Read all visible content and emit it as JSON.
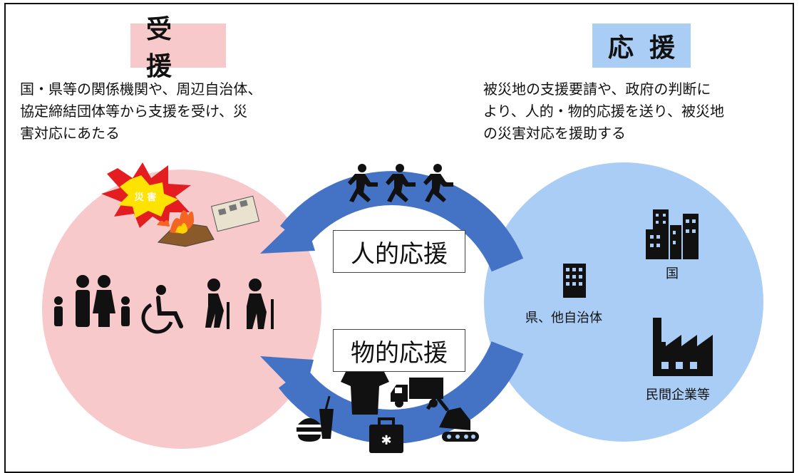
{
  "left": {
    "title": "受援",
    "description": "国・県等の関係機関や、周辺自治体、\n協定締結団体等から支援を受け、災\n害対応にあたる",
    "disaster_label": "災 害",
    "color": "#f7c9ca"
  },
  "right": {
    "title": "応援",
    "description": "被災地の支援要請や、政府の判断に\nより、人的・物的応援を送り、被災地\nの災害対応を援助する",
    "color": "#a9cdf5",
    "labels": {
      "country": "国",
      "prefecture": "県、他自治体",
      "private": "民間企業等"
    }
  },
  "arrows": {
    "human": "人的応援",
    "goods": "物的応援",
    "color": "#4472c4"
  },
  "icons": [
    "explosion-icon",
    "collapsed-building-icon",
    "family-icon",
    "wheelchair-icon",
    "elderly-cane-icon",
    "running-person-icon",
    "office-building-icon",
    "skyscrapers-icon",
    "factory-icon",
    "t-shirt-icon",
    "truck-icon",
    "food-drink-icon",
    "medical-kit-icon",
    "excavator-icon"
  ]
}
